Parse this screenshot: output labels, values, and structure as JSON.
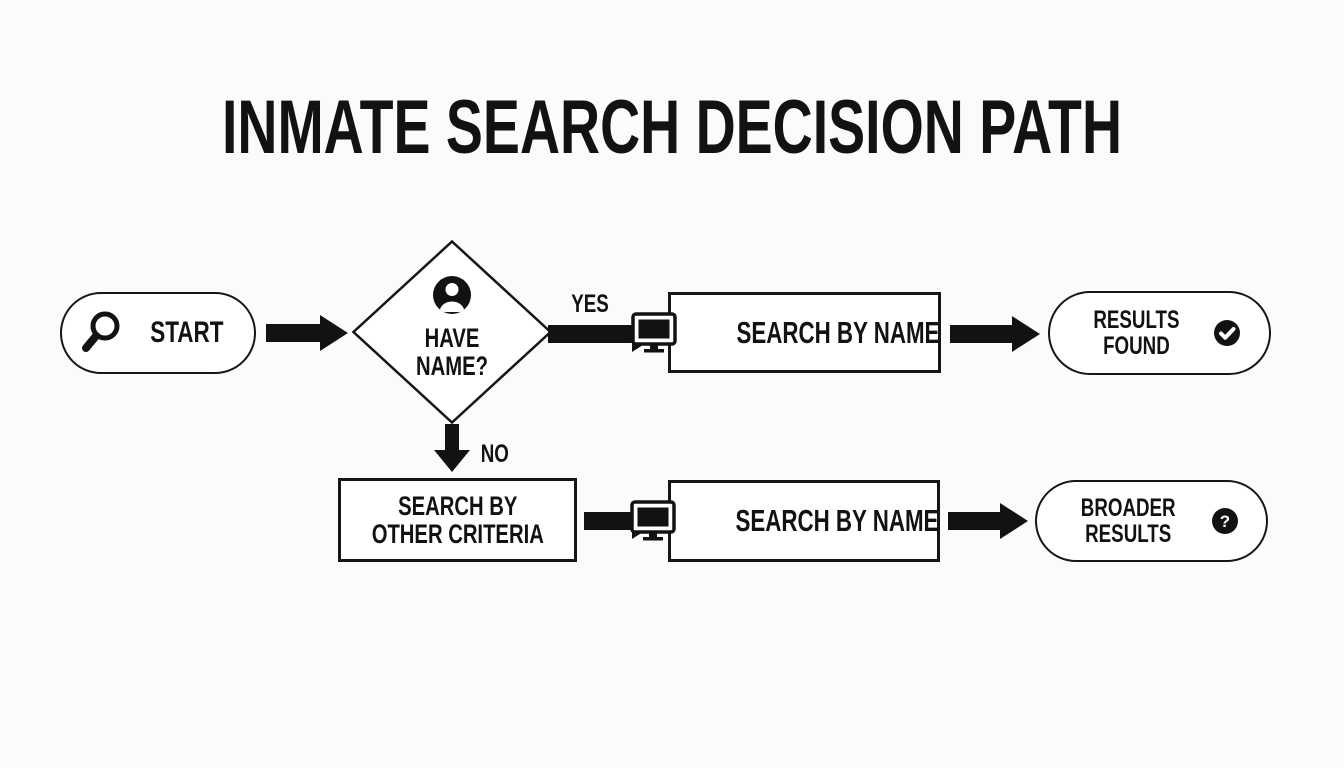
{
  "title": "INMATE SEARCH DECISION PATH",
  "colors": {
    "background": "#fbfbfa",
    "ink": "#121212",
    "node_fill": "#ffffff"
  },
  "flow": {
    "start": {
      "label": "START",
      "icon": "magnifier-icon"
    },
    "decision": {
      "line1": "HAVE",
      "line2": "NAME?",
      "icon": "person-icon"
    },
    "yes_label": "YES",
    "no_label": "NO",
    "search_by_name_top": {
      "label": "SEARCH BY NAME",
      "icon": "monitor-icon"
    },
    "results_found": {
      "line1": "RESULTS",
      "line2": "FOUND",
      "icon": "check-icon"
    },
    "search_other": {
      "line1": "SEARCH BY",
      "line2": "OTHER CRITERIA"
    },
    "search_by_name_bottom": {
      "label": "SEARCH BY NAME",
      "icon": "monitor-icon"
    },
    "broader_results": {
      "line1": "BROADER",
      "line2": "RESULTS",
      "icon": "question-icon"
    }
  }
}
